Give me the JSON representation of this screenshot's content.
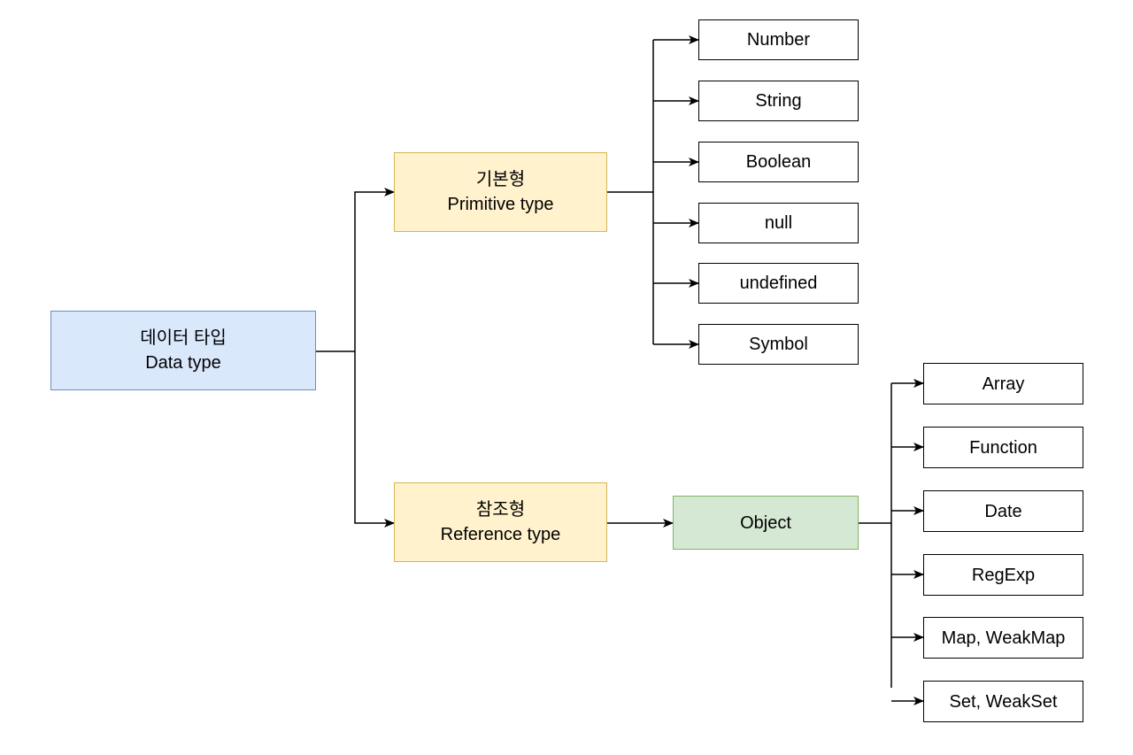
{
  "colors": {
    "root_fill": "#dae8fc",
    "root_stroke": "#6c8ebf",
    "category_fill": "#fff2cc",
    "category_stroke": "#d6b656",
    "object_fill": "#d5e8d4",
    "object_stroke": "#82b366",
    "leaf_fill": "#ffffff",
    "line": "#000000"
  },
  "root": {
    "label_ko": "데이터 타입",
    "label_en": "Data type"
  },
  "primitive": {
    "label_ko": "기본형",
    "label_en": "Primitive type",
    "types": [
      "Number",
      "String",
      "Boolean",
      "null",
      "undefined",
      "Symbol"
    ]
  },
  "reference": {
    "label_ko": "참조형",
    "label_en": "Reference type",
    "object": {
      "label": "Object"
    },
    "subtypes": [
      "Array",
      "Function",
      "Date",
      "RegExp",
      "Map, WeakMap",
      "Set, WeakSet"
    ]
  }
}
